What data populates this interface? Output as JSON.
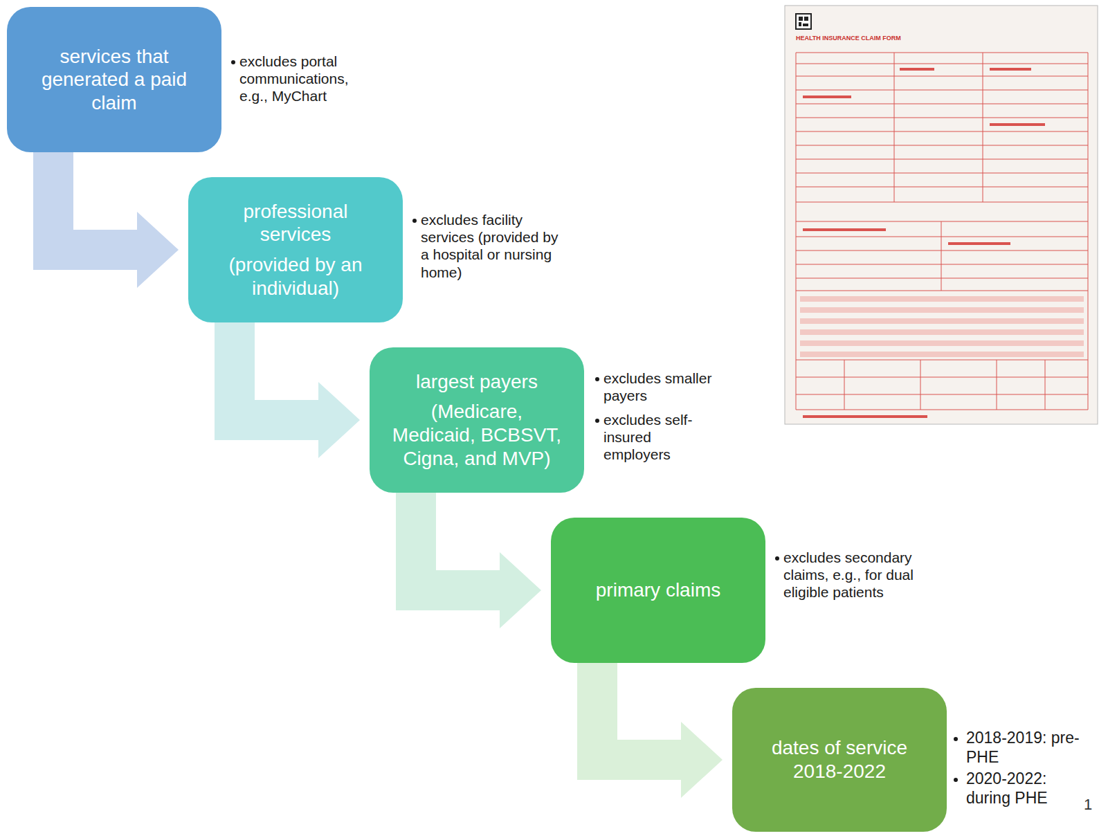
{
  "diagram": {
    "nodes": [
      {
        "text": [
          "services that generated a paid claim"
        ]
      },
      {
        "text": [
          "professional services",
          "(provided by an individual)"
        ]
      },
      {
        "text": [
          "largest payers",
          "(Medicare, Medicaid, BCBSVT, Cigna, and MVP)"
        ]
      },
      {
        "text": [
          "primary claims"
        ]
      },
      {
        "text": [
          "dates of service 2018-2022"
        ]
      }
    ],
    "edges": [
      {
        "from": 0,
        "to": 1,
        "arrow": "to"
      },
      {
        "from": 1,
        "to": 2,
        "arrow": "to"
      },
      {
        "from": 2,
        "to": 3,
        "arrow": "to"
      },
      {
        "from": 3,
        "to": 4,
        "arrow": "to"
      }
    ],
    "labels": [
      "excludes portal communications, e.g., MyChart",
      "HEALTH INSURANCE CLAIM FORM",
      "excludes facility services (provided by a hospital or nursing home)",
      "excludes smaller payers",
      "excludes self-insured employers",
      "excludes secondary claims, e.g., for dual eligible patients",
      "2018-2019: pre-PHE",
      "2020-2022: during PHE",
      "1"
    ]
  }
}
